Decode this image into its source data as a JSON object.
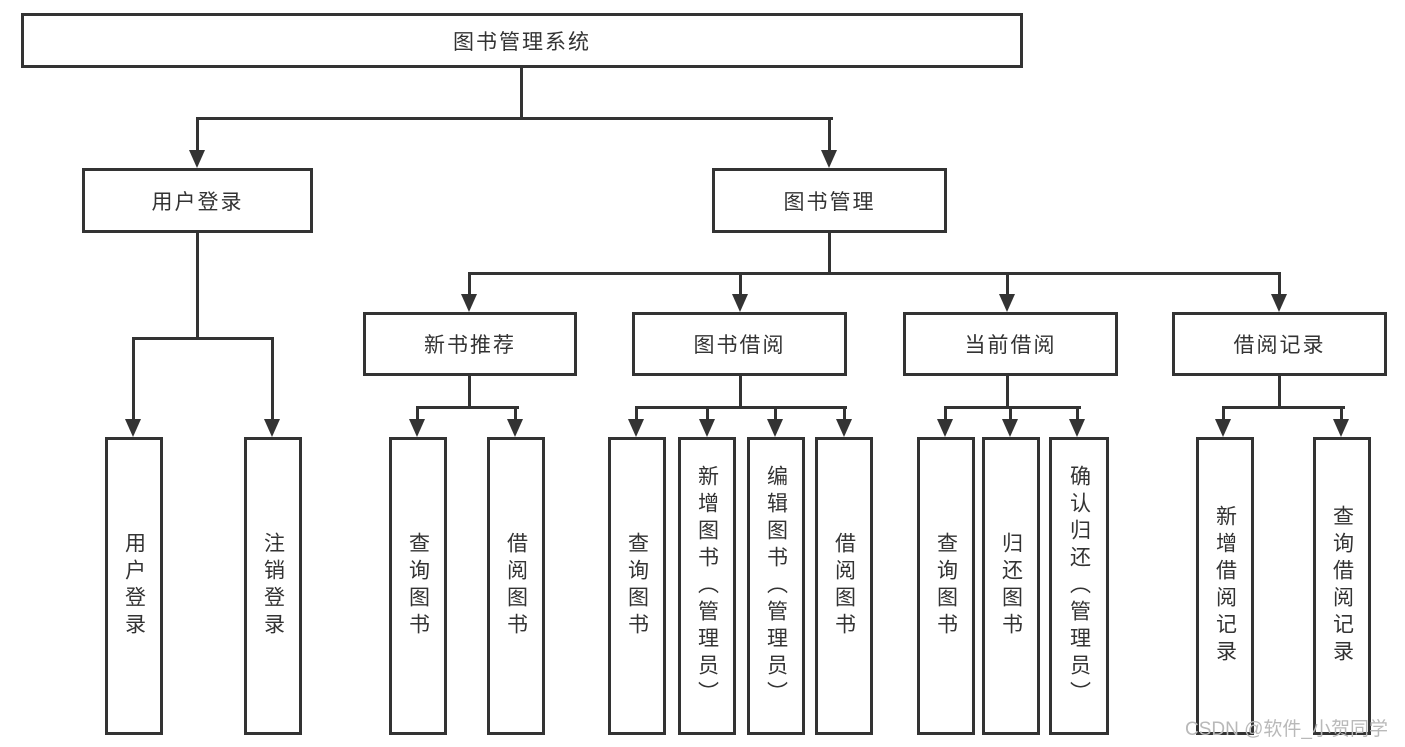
{
  "diagram": {
    "type": "tree",
    "root": {
      "label": "图书管理系统"
    },
    "level2": [
      {
        "label": "用户登录"
      },
      {
        "label": "图书管理"
      }
    ],
    "level3": [
      {
        "label": "新书推荐",
        "parent": "图书管理"
      },
      {
        "label": "图书借阅",
        "parent": "图书管理"
      },
      {
        "label": "当前借阅",
        "parent": "图书管理"
      },
      {
        "label": "借阅记录",
        "parent": "图书管理"
      }
    ],
    "leaves": [
      {
        "label": "用户登录",
        "parent": "用户登录"
      },
      {
        "label": "注销登录",
        "parent": "用户登录"
      },
      {
        "label": "查询图书",
        "parent": "新书推荐"
      },
      {
        "label": "借阅图书",
        "parent": "新书推荐"
      },
      {
        "label": "查询图书",
        "parent": "图书借阅"
      },
      {
        "label": "新增图书（管理员）",
        "parent": "图书借阅"
      },
      {
        "label": "编辑图书（管理员）",
        "parent": "图书借阅"
      },
      {
        "label": "借阅图书",
        "parent": "图书借阅"
      },
      {
        "label": "查询图书",
        "parent": "当前借阅"
      },
      {
        "label": "归还图书",
        "parent": "当前借阅"
      },
      {
        "label": "确认归还（管理员）",
        "parent": "当前借阅"
      },
      {
        "label": "新增借阅记录",
        "parent": "借阅记录"
      },
      {
        "label": "查询借阅记录",
        "parent": "借阅记录"
      }
    ]
  },
  "watermark": {
    "text": "CSDN @软件_小贺同学"
  },
  "colors": {
    "background": "#ffffff",
    "line": "#333333",
    "box_border": "#333333",
    "text": "#333333",
    "watermark": "#b9b9b9"
  }
}
